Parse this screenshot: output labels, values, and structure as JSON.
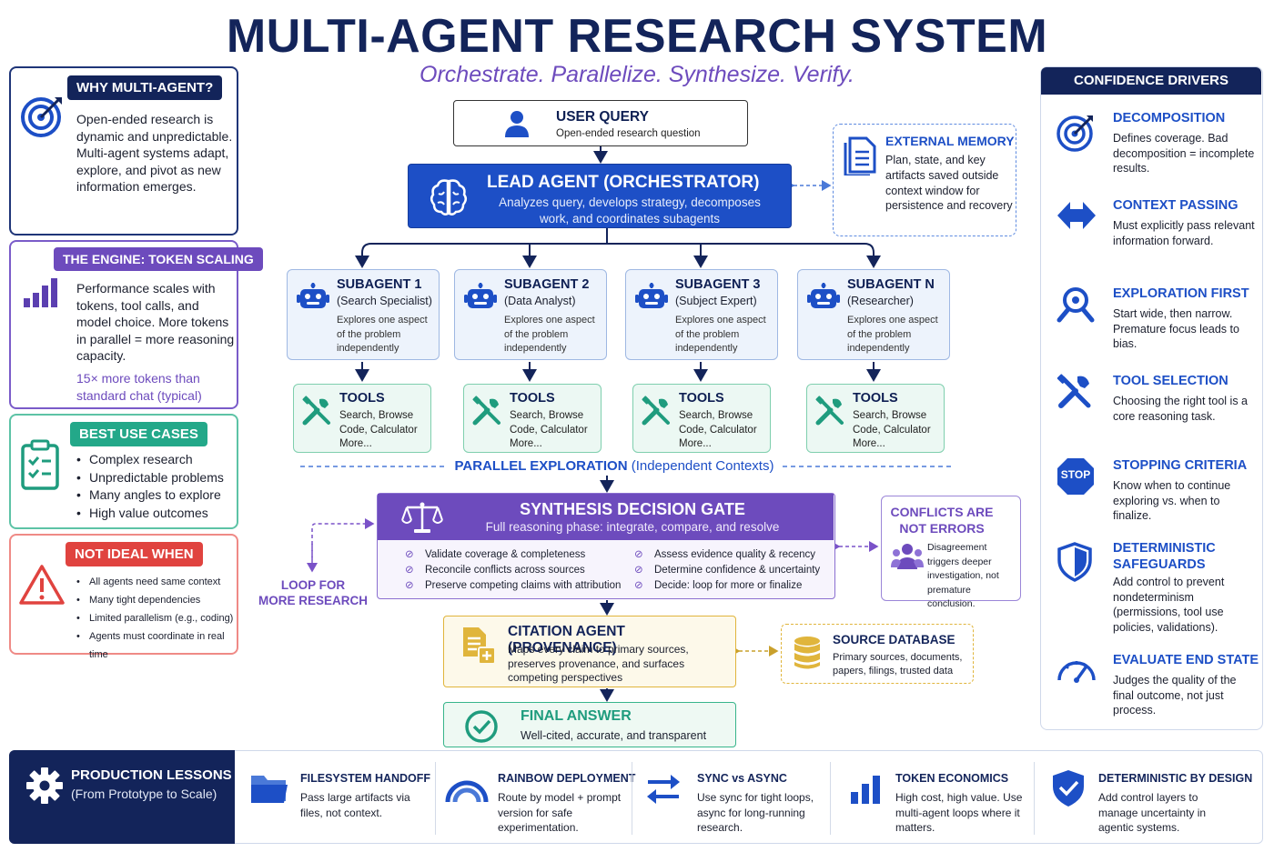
{
  "header": {
    "title": "MULTI-AGENT RESEARCH SYSTEM",
    "subtitle": "Orchestrate. Parallelize. Synthesize. Verify."
  },
  "why": {
    "tag": "WHY MULTI-AGENT?",
    "text": "Open-ended research is dynamic and unpredictable. Multi-agent systems adapt, explore, and pivot as new information emerges."
  },
  "engine": {
    "tag": "THE ENGINE: TOKEN SCALING",
    "text": "Performance scales with tokens, tool calls, and model choice. More tokens in parallel = more reasoning capacity.",
    "highlight": "15× more tokens than standard chat (typical)"
  },
  "best": {
    "tag": "BEST USE CASES",
    "items": [
      "Complex research",
      "Unpredictable problems",
      "Many angles to explore",
      "High value outcomes"
    ]
  },
  "notideal": {
    "tag": "NOT IDEAL WHEN",
    "items": [
      "All agents need same context",
      "Many tight dependencies",
      "Limited parallelism (e.g., coding)",
      "Agents must coordinate in real time"
    ]
  },
  "query": {
    "title": "USER QUERY",
    "desc": "Open-ended research question"
  },
  "lead": {
    "title": "LEAD AGENT (ORCHESTRATOR)",
    "desc1": "Analyzes query, develops strategy, decomposes",
    "desc2": "work, and coordinates subagents"
  },
  "memory": {
    "title": "EXTERNAL MEMORY",
    "desc": "Plan, state, and key artifacts saved outside context window for persistence and recovery"
  },
  "subagents": [
    {
      "name": "SUBAGENT 1",
      "role": "(Search Specialist)",
      "desc": "Explores one aspect of the problem independently"
    },
    {
      "name": "SUBAGENT 2",
      "role": "(Data Analyst)",
      "desc": "Explores one aspect of the problem independently"
    },
    {
      "name": "SUBAGENT 3",
      "role": "(Subject Expert)",
      "desc": "Explores one aspect of the problem independently"
    },
    {
      "name": "SUBAGENT N",
      "role": "(Researcher)",
      "desc": "Explores one aspect of the problem independently"
    }
  ],
  "tools": [
    {
      "name": "TOOLS",
      "line1": "Search, Browse",
      "line2": "Code, Calculator",
      "line3": "More..."
    },
    {
      "name": "TOOLS",
      "line1": "Search, Browse",
      "line2": "Code, Calculator",
      "line3": "More..."
    },
    {
      "name": "TOOLS",
      "line1": "Search, Browse",
      "line2": "Code, Calculator",
      "line3": "More..."
    },
    {
      "name": "TOOLS",
      "line1": "Search, Browse",
      "line2": "Code, Calculator",
      "line3": "More..."
    }
  ],
  "parallel": {
    "bold": "PARALLEL EXPLORATION",
    "rest": " (Independent Contexts)"
  },
  "synthesis": {
    "title": "SYNTHESIS DECISION GATE",
    "desc": "Full reasoning phase: integrate, compare, and resolve",
    "left": [
      "Validate coverage & completeness",
      "Reconcile conflicts across sources",
      "Preserve competing claims with attribution"
    ],
    "right": [
      "Assess evidence quality & recency",
      "Determine confidence & uncertainty",
      "Decide: loop for more or finalize"
    ]
  },
  "loop": {
    "line1": "LOOP FOR",
    "line2": "MORE RESEARCH"
  },
  "conflicts": {
    "line1": "CONFLICTS ARE",
    "line2": "NOT ERRORS",
    "desc": "Disagreement triggers deeper investigation, not premature conclusion."
  },
  "citation": {
    "title": "CITATION AGENT (PROVENANCE)",
    "desc": "Maps every claim to primary sources, preserves provenance, and surfaces competing perspectives"
  },
  "source": {
    "title": "SOURCE DATABASE",
    "desc": "Primary sources, documents, papers, filings, trusted data"
  },
  "final": {
    "title": "FINAL ANSWER",
    "desc": "Well-cited, accurate, and transparent"
  },
  "drivers": {
    "header": "CONFIDENCE DRIVERS",
    "items": [
      {
        "icon": "target-icon",
        "title": "DECOMPOSITION",
        "text": "Defines coverage. Bad decomposition = incomplete results."
      },
      {
        "icon": "double-arrow-icon",
        "title": "CONTEXT PASSING",
        "text": "Must explicitly pass relevant information forward."
      },
      {
        "icon": "magnifier-icon",
        "title": "EXPLORATION FIRST",
        "text": "Start wide, then narrow. Premature focus leads to bias."
      },
      {
        "icon": "tools-icon",
        "title": "TOOL SELECTION",
        "text": "Choosing the right tool is a core reasoning task."
      },
      {
        "icon": "stop-icon",
        "title": "STOPPING CRITERIA",
        "text": "Know when to continue exploring vs. when to finalize."
      },
      {
        "icon": "shield-icon",
        "title": "DETERMINISTIC SAFEGUARDS",
        "text": "Add control to prevent nondeterminism (permissions, tool use policies, validations)."
      },
      {
        "icon": "gauge-icon",
        "title": "EVALUATE END STATE",
        "text": "Judges the quality of the final outcome, not just process."
      }
    ],
    "stop_label": "STOP"
  },
  "lessons": {
    "title": "PRODUCTION LESSONS",
    "subtitle": "(From Prototype to Scale)",
    "items": [
      {
        "title": "FILESYSTEM HANDOFF",
        "text": "Pass large artifacts via files, not context."
      },
      {
        "title": "RAINBOW DEPLOYMENT",
        "text": "Route by model + prompt version for safe experimentation."
      },
      {
        "title": "SYNC vs ASYNC",
        "text": "Use sync for tight loops, async for long-running research."
      },
      {
        "title": "TOKEN ECONOMICS",
        "text": "High cost, high value. Use multi-agent loops where it matters."
      },
      {
        "title": "DETERMINISTIC BY DESIGN",
        "text": "Add control layers to manage uncertainty in agentic systems."
      }
    ]
  },
  "colors": {
    "navy": "#13245a",
    "blue": "#1d4fc6",
    "purple": "#6d4bbd",
    "teal": "#23a889",
    "red": "#e0433f",
    "gold": "#e0b53c"
  }
}
